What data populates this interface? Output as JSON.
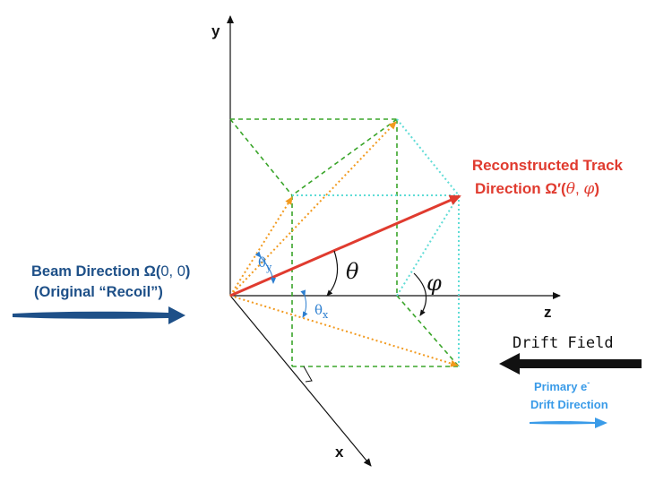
{
  "axes": {
    "x": "x",
    "y": "y",
    "z": "z"
  },
  "track": {
    "line1": "Reconstructed Track",
    "line2_prefix": "Direction Ω′(",
    "theta": "θ",
    "comma": ", ",
    "phi": "φ",
    "close": ")"
  },
  "beam": {
    "line1_prefix": "Beam Direction Ω(",
    "line1_values": "0, 0",
    "line1_close": ")",
    "line2": "(Original “Recoil”)"
  },
  "angles": {
    "theta": "θ",
    "phi": "φ",
    "theta_y": "θ",
    "theta_y_sub": "y",
    "theta_x": "θ",
    "theta_x_sub": "x"
  },
  "drift": {
    "field": "Drift Field",
    "primary_line1": "Primary e",
    "primary_sup": "-",
    "primary_line2": "Drift Direction"
  },
  "colors": {
    "track": "#e03b2f",
    "beam": "#1e5088",
    "green": "#3aa52a",
    "orange": "#f29a1f",
    "cyan": "#5fdcd6",
    "blue_label": "#2d7fd0",
    "drift_blue": "#3a9be8"
  }
}
